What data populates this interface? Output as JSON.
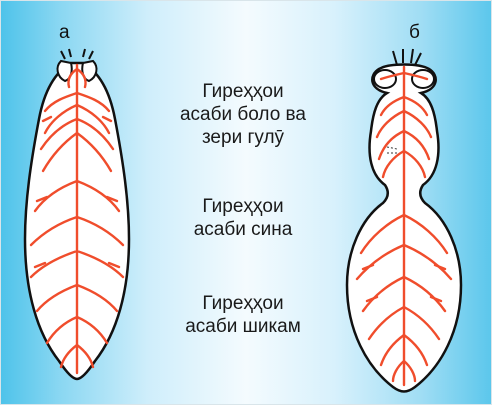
{
  "figure": {
    "panel_labels": {
      "left": "а",
      "right": "б"
    },
    "captions": [
      {
        "lines": [
          "Гиреҳҳои",
          "асаби боло ва",
          "зери гулӯ"
        ]
      },
      {
        "lines": [
          "Гиреҳҳои",
          "асаби сина"
        ]
      },
      {
        "lines": [
          "Гиреҳҳои",
          "асаби шикам"
        ]
      }
    ],
    "colors": {
      "nerve": "#f04d2c",
      "outline": "#111111",
      "body_fill": "#ffffff"
    }
  }
}
